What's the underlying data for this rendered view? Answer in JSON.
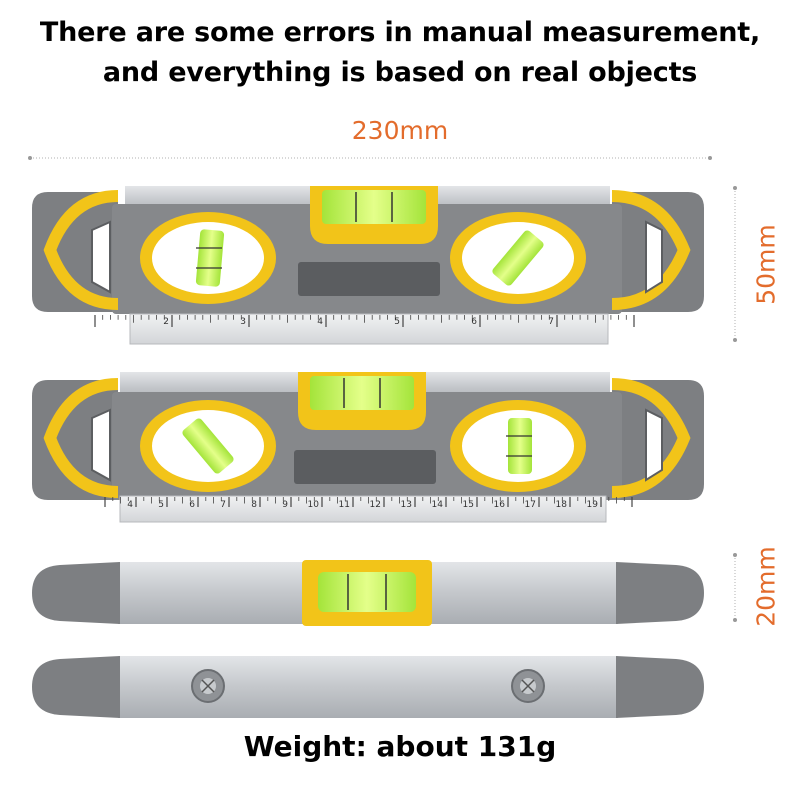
{
  "heading": {
    "line1": "There are some errors in manual measurement,",
    "line2": "and everything is based on real objects"
  },
  "dimensions": {
    "length": "230mm",
    "height": "50mm",
    "thickness": "20mm"
  },
  "level_front": {
    "ruler_labels": [
      "2",
      "3",
      "4",
      "5",
      "6",
      "7"
    ]
  },
  "level_back": {
    "ruler_labels": [
      "4",
      "5",
      "6",
      "7",
      "8",
      "9",
      "10",
      "11",
      "12",
      "13",
      "14",
      "15",
      "16",
      "17",
      "18",
      "19"
    ]
  },
  "footer": {
    "weight_text": "Weight: about 131g"
  },
  "colors": {
    "body_gray": "#7d7f82",
    "yellow": "#f2c419",
    "aluminum": "#c9ccd0",
    "accent_orange": "#e36c2c",
    "vial_green": "#c6f05c"
  }
}
